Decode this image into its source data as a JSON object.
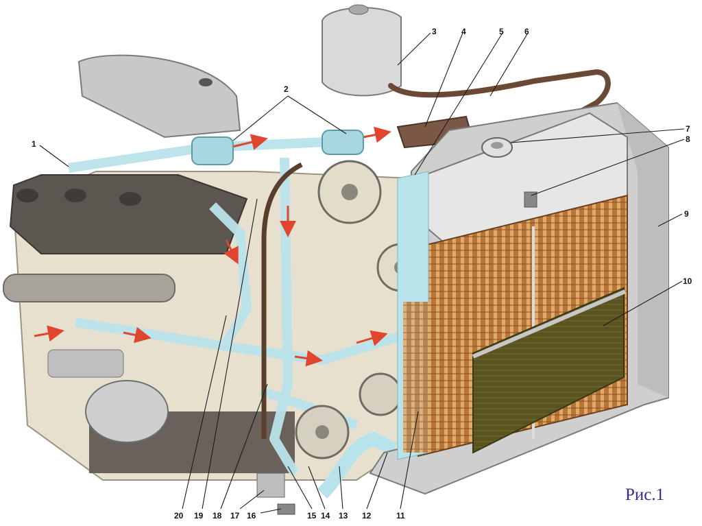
{
  "figure": {
    "caption": "Рис.1",
    "callouts": [
      "1",
      "2",
      "3",
      "4",
      "5",
      "6",
      "7",
      "8",
      "9",
      "10",
      "11",
      "12",
      "13",
      "14",
      "15",
      "16",
      "17",
      "18",
      "19",
      "20"
    ]
  },
  "colors": {
    "coolant": "#b9e3ea",
    "flow_arrow": "#e0452e",
    "radiator_core": "#c98a4a",
    "shutter": "#5a5520",
    "engine_block": "#e7e0cf",
    "head_cover": "#5b5650",
    "metal_light": "#d9d9d9",
    "hose": "#6b4a35",
    "caption": "#3a2a8f"
  },
  "icons": [
    "flow-arrow",
    "radiator-cap",
    "thermostat",
    "water-pump",
    "fan"
  ]
}
